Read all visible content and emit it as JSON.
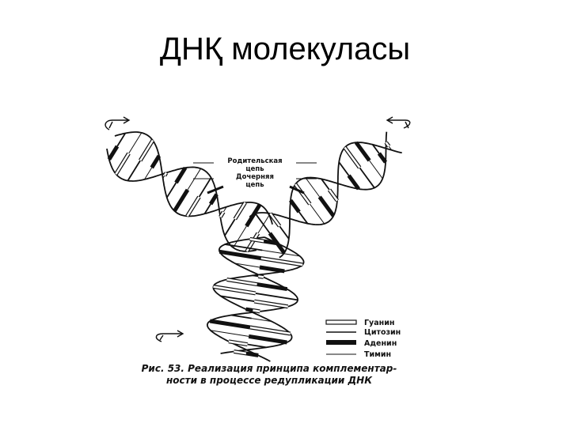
{
  "slide": {
    "title": "ДНҚ молекуласы"
  },
  "diagram": {
    "labels": {
      "parent_line1": "Родительская",
      "parent_line2": "цепь",
      "daughter_line1": "Дочерняя",
      "daughter_line2": "цепь"
    },
    "legend": [
      {
        "label": "Гуанин",
        "fill": "white"
      },
      {
        "label": "Цитозин",
        "fill": "line"
      },
      {
        "label": "Аденин",
        "fill": "black"
      },
      {
        "label": "Тимин",
        "fill": "thin"
      }
    ],
    "caption": {
      "line1": "Рис. 53. Реализация принципа комплементар-",
      "line2": "ности в процессе редупликации ДНК"
    }
  }
}
